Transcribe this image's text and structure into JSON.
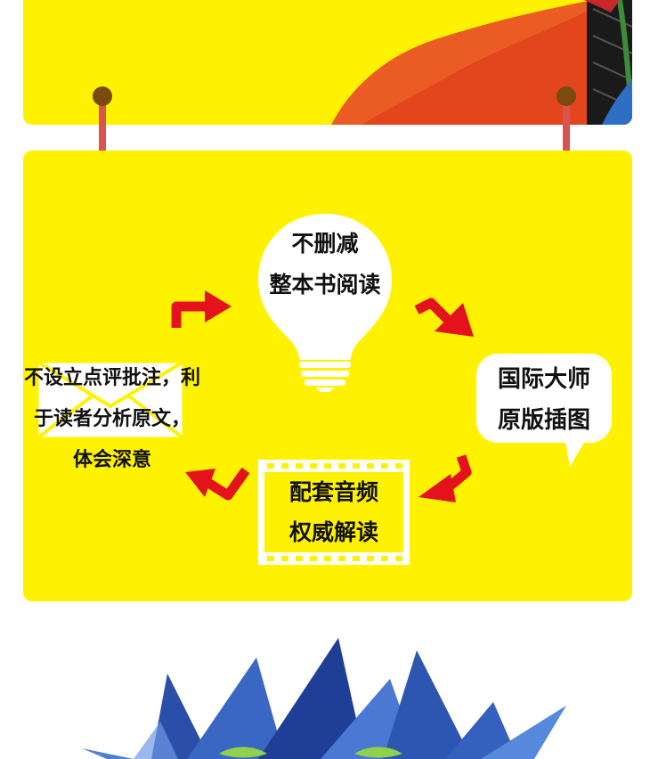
{
  "bulb": {
    "line1": "不删减",
    "line2": "整本书阅读"
  },
  "bubble": {
    "line1": "国际大师",
    "line2": "原版插图"
  },
  "film": {
    "line1": "配套音频",
    "line2": "权威解读"
  },
  "note": {
    "line1": "不设立点评批注，利",
    "line2": "于读者分析原文，",
    "line3": "体会深意"
  },
  "colors": {
    "panel": "#fff200",
    "arrow": "#e3121b",
    "hanger": "#d9534f",
    "knob": "#7a4a0e",
    "text": "#111111"
  }
}
